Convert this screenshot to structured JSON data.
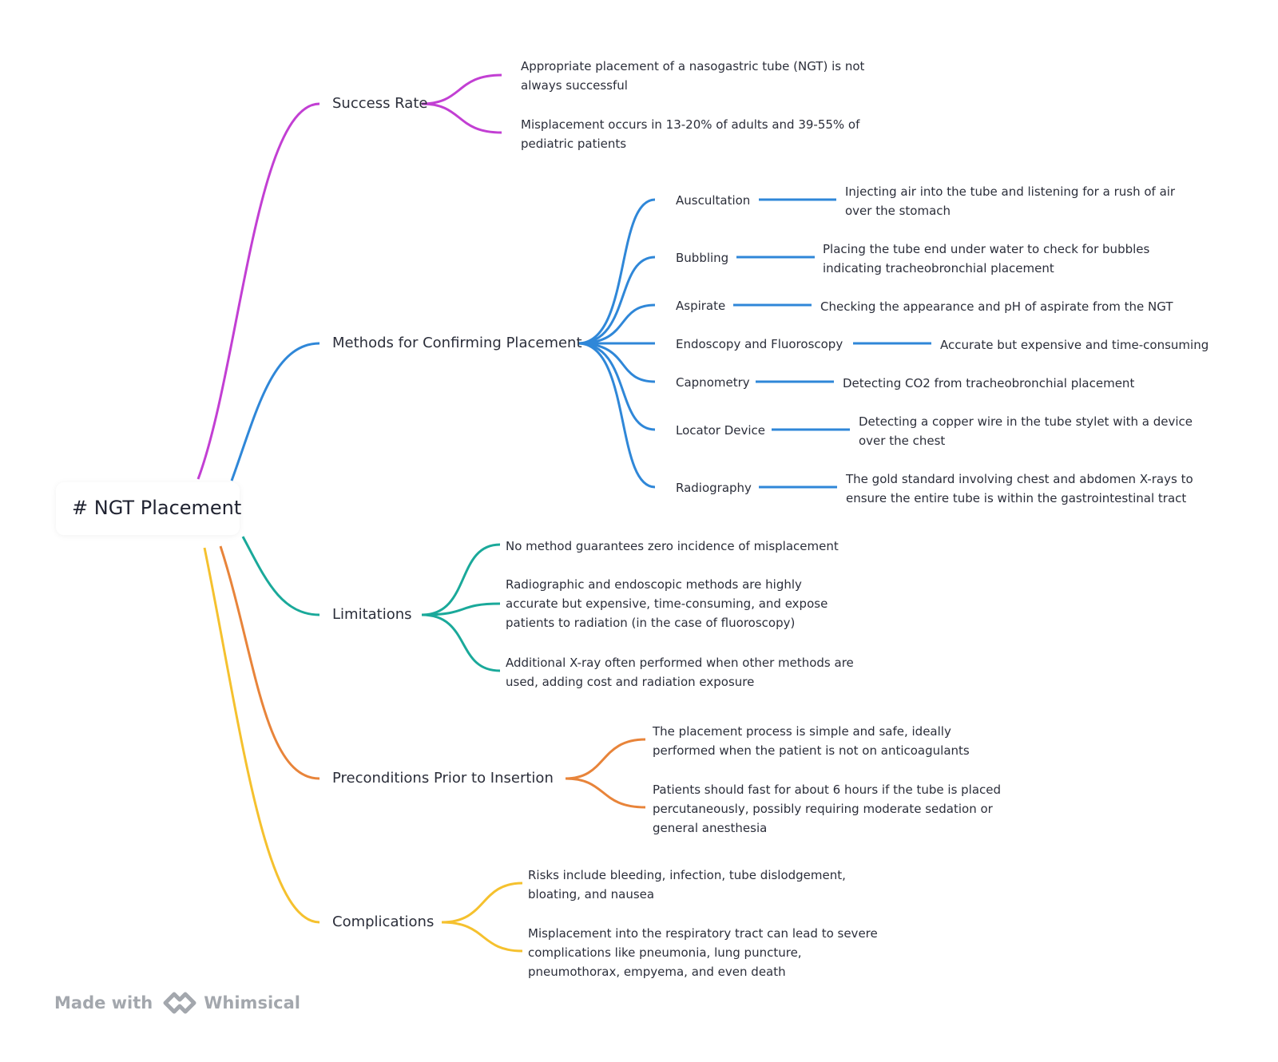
{
  "root": {
    "label": "# NGT Placement"
  },
  "branches": [
    {
      "label": "Success Rate",
      "color": "#c23fd3",
      "children": [
        "Appropriate placement of a nasogastric tube (NGT) is not always successful",
        "Misplacement occurs in 13-20% of adults and 39-55% of pediatric patients"
      ]
    },
    {
      "label": "Methods for Confirming Placement",
      "color": "#2f87d8",
      "methods": [
        {
          "label": "Auscultation",
          "detail": "Injecting air into the tube and listening for a rush of air over the stomach"
        },
        {
          "label": "Bubbling",
          "detail": "Placing the tube end under water to check for bubbles indicating tracheobronchial placement"
        },
        {
          "label": "Aspirate",
          "detail": "Checking the appearance and pH of aspirate from the NGT"
        },
        {
          "label": "Endoscopy and Fluoroscopy",
          "detail": "Accurate but expensive and time-consuming"
        },
        {
          "label": "Capnometry",
          "detail": "Detecting CO2 from tracheobronchial placement"
        },
        {
          "label": "Locator Device",
          "detail": "Detecting a copper wire in the tube stylet with a device over the chest"
        },
        {
          "label": "Radiography",
          "detail": "The gold standard involving chest and abdomen X-rays to ensure the entire tube is within the gastrointestinal tract"
        }
      ]
    },
    {
      "label": "Limitations",
      "color": "#1aa99a",
      "children": [
        "No method guarantees zero incidence of misplacement",
        "Radiographic and endoscopic methods are highly accurate but expensive, time-consuming, and expose patients to radiation (in the case of fluoroscopy)",
        "Additional X-ray often performed when other methods are used, adding cost and radiation exposure"
      ]
    },
    {
      "label": "Preconditions Prior to Insertion",
      "color": "#e8843a",
      "children": [
        "The placement process is simple and safe, ideally performed when the patient is not on anticoagulants",
        "Patients should fast for about 6 hours if the tube is placed percutaneously, possibly requiring moderate sedation or general anesthesia"
      ]
    },
    {
      "label": "Complications",
      "color": "#f5c12e",
      "children": [
        "Risks include bleeding, infection, tube dislodgement, bloating, and nausea",
        "Misplacement into the respiratory tract can lead to severe complications like pneumonia, lung puncture, pneumothorax, empyema, and even death"
      ]
    }
  ],
  "footer": {
    "made_with": "Made with",
    "brand": "Whimsical",
    "icon": "whimsical-logo-icon"
  }
}
